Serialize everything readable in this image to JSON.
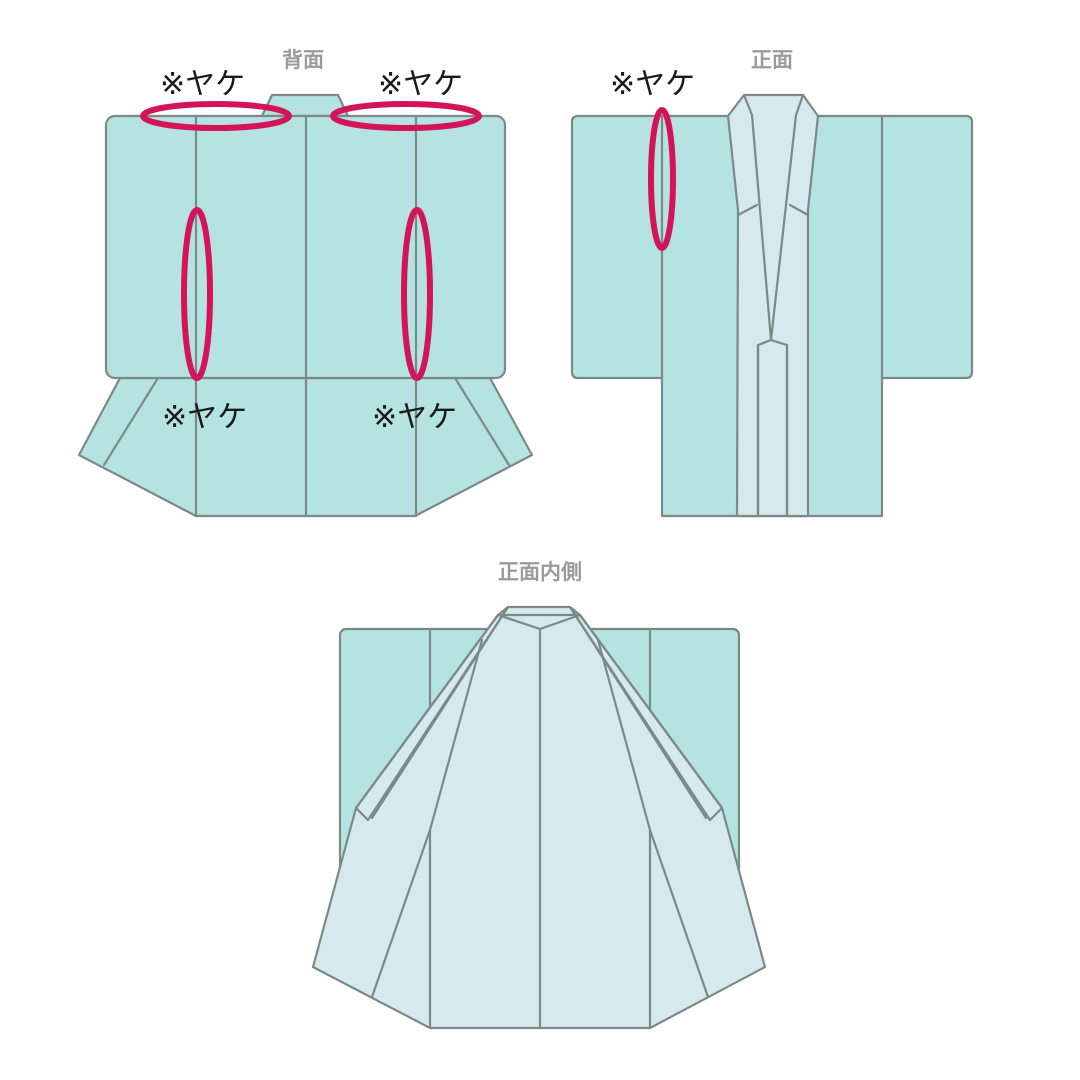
{
  "views": {
    "back": {
      "title": "背面"
    },
    "front": {
      "title": "正面"
    },
    "inside": {
      "title": "正面内側"
    }
  },
  "annotations": {
    "back_shoulder_left": "※ヤケ",
    "back_shoulder_right": "※ヤケ",
    "back_body_left": "※ヤケ",
    "back_body_right": "※ヤケ",
    "front_body": "※ヤケ"
  },
  "colors": {
    "outer_fabric": "#b5e3e1",
    "lining_fabric": "#d6e9ef",
    "outline": "#7b8a88",
    "damage_marker": "#d41458"
  }
}
